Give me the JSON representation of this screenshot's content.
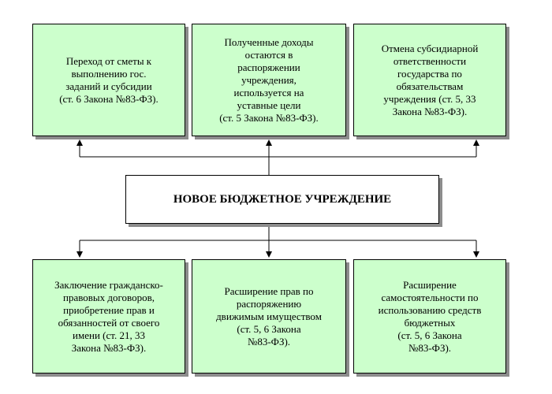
{
  "center": {
    "label": "НОВОЕ БЮДЖЕТНОЕ УЧРЕЖДЕНИЕ"
  },
  "top_boxes": [
    {
      "text": "Переход от сметы к\nвыполнению гос.\nзаданий и субсидии\n(ст. 6 Закона №83-ФЗ)."
    },
    {
      "text": "Полученные доходы\nостаются в\nраспоряжении\nучреждения,\nиспользуется на\nуставные цели\n(ст. 5 Закона №83-ФЗ)."
    },
    {
      "text": "Отмена субсидиарной\nответственности\nгосударства по\nобязательствам\nучреждения (ст. 5, 33\nЗакона №83-ФЗ)."
    }
  ],
  "bottom_boxes": [
    {
      "text": "Заключение гражданско-\nправовых договоров,\nприобретение прав и\nобязанностей от своего\nимени (ст. 21, 33\nЗакона №83-ФЗ)."
    },
    {
      "text": "Расширение прав по\nраспоряжению\nдвижимым имуществом\n(ст. 5, 6 Закона\n№83-ФЗ)."
    },
    {
      "text": "Расширение\nсамостоятельности по\nиспользованию средств\nбюджетных\n(ст. 5, 6 Закона\n№83-ФЗ)."
    }
  ],
  "colors": {
    "box_fill": "#ccffcc",
    "shadow": "#8c8c8c",
    "line": "#000000"
  }
}
